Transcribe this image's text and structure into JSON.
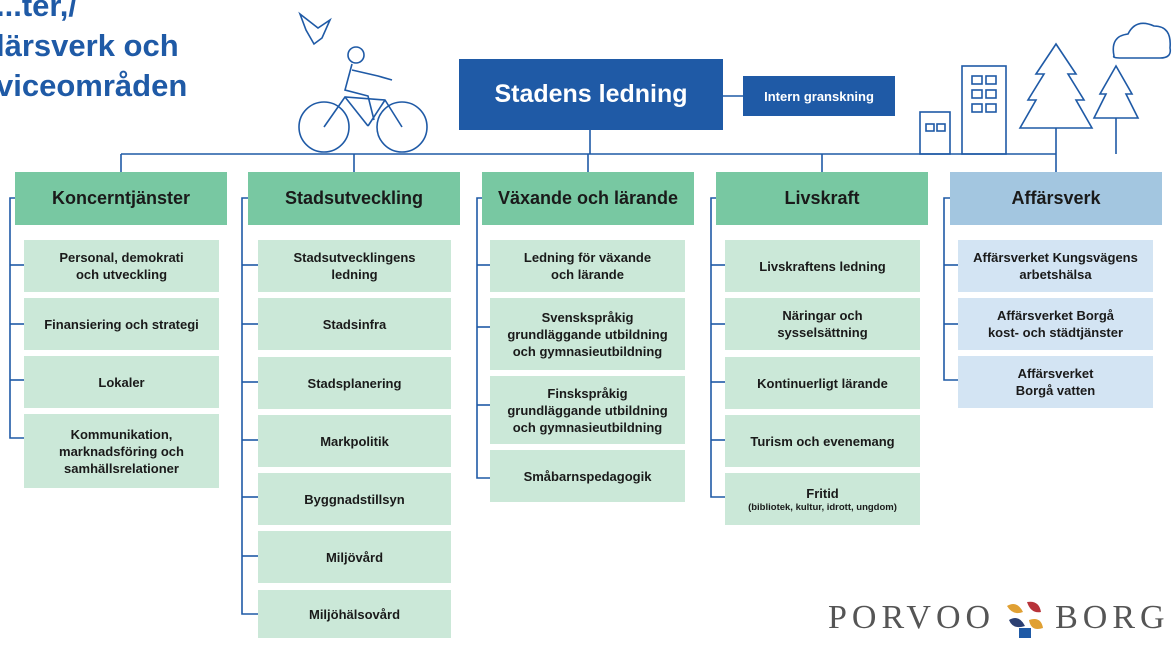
{
  "title": "...ter,/\nlärsverk och\nviceområden",
  "top": {
    "label": "Stadens ledning",
    "audit": "Intern granskning"
  },
  "columns": [
    {
      "header": "Koncerntjänster",
      "items": [
        "Personal, demokrati\noch utveckling",
        "Finansiering och strategi",
        "Lokaler",
        "Kommunikation,\nmarknadsföring och\nsamhällsrelationer"
      ]
    },
    {
      "header": "Stadsutveckling",
      "items": [
        "Stadsutvecklingens\nledning",
        "Stadsinfra",
        "Stadsplanering",
        "Markpolitik",
        "Byggnadstillsyn",
        "Miljövård",
        "Miljöhälsovård"
      ]
    },
    {
      "header": "Växande och lärande",
      "items": [
        "Ledning för växande\noch lärande",
        "Svenskspråkig\ngrundläggande utbildning\noch gymnasieutbildning",
        "Finskspråkig\ngrundläggande utbildning\noch gymnasieutbildning",
        "Småbarnspedagogik"
      ]
    },
    {
      "header": "Livskraft",
      "items": [
        "Livskraftens ledning",
        "Näringar och\nsysselsättning",
        "Kontinuerligt lärande",
        "Turism och evenemang",
        "Fritid"
      ],
      "fritid_sub": "(bibliotek, kultur, idrott, ungdom)"
    },
    {
      "header": "Affärsverk",
      "items": [
        "Affärsverket Kungsvägens\narbetshälsa",
        "Affärsverket Borgå\nkost- och städtjänster",
        "Affärsverket\nBorgå vatten"
      ]
    }
  ],
  "logo": {
    "left": "PORVOO",
    "right": "BORG"
  },
  "colors": {
    "blue": "#1f5aa6",
    "green": "#78c8a2",
    "light_green": "#cbe8d8",
    "light_blue": "#d3e4f3",
    "biz_blue": "#a3c6e0"
  }
}
